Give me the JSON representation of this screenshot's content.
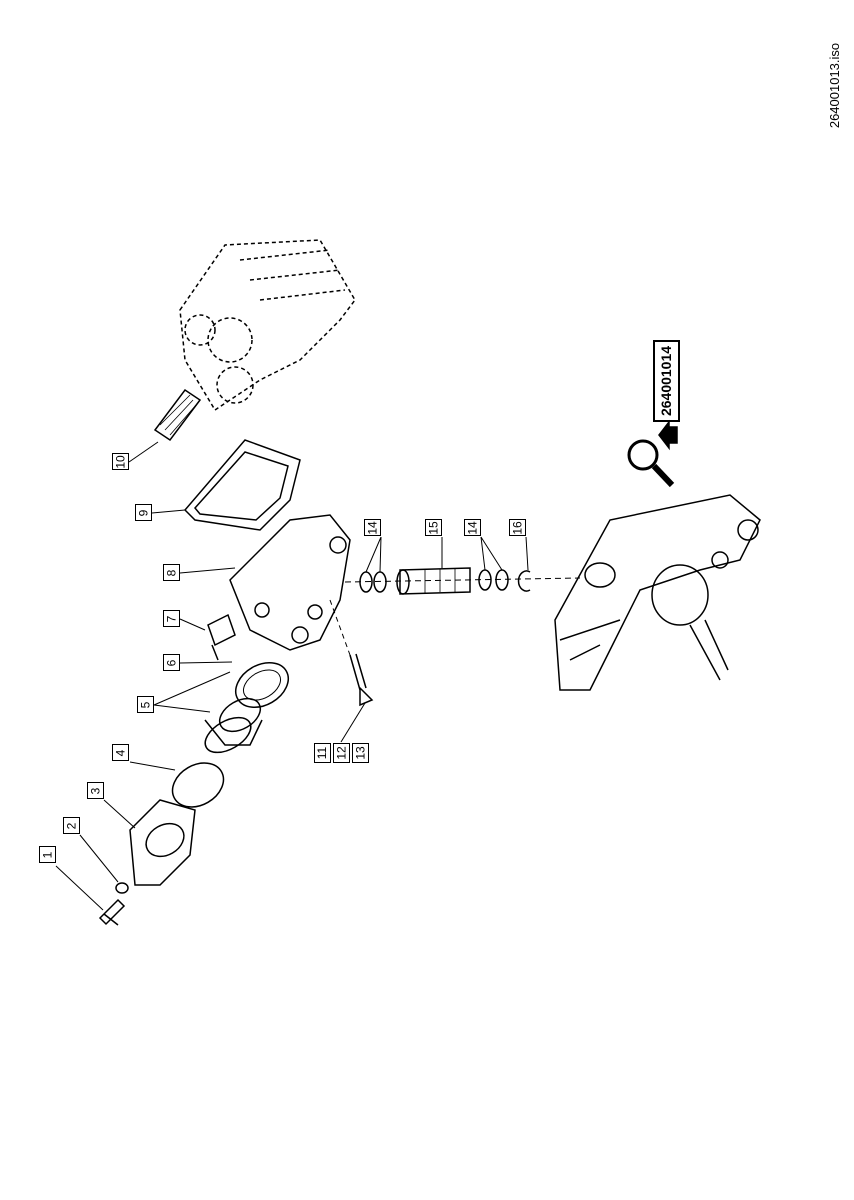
{
  "file_name": "264001013.iso",
  "reference_link": "264001014",
  "callouts": [
    "1",
    "2",
    "3",
    "4",
    "5",
    "6",
    "7",
    "8",
    "9",
    "10",
    "11",
    "12",
    "13",
    "14",
    "15",
    "14",
    "16"
  ]
}
